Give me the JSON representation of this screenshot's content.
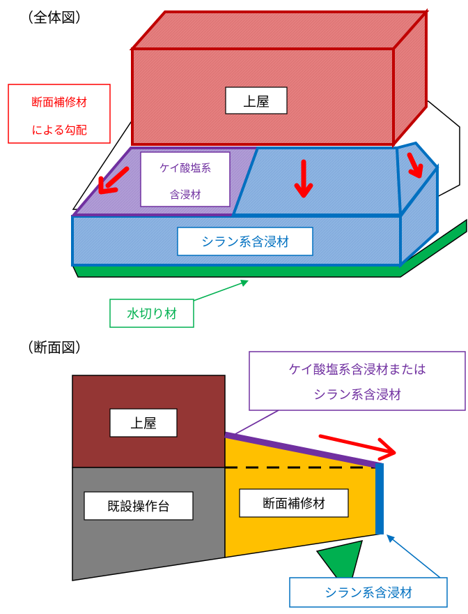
{
  "overview": {
    "heading": "（全体図）",
    "labels": {
      "building": "上屋",
      "repair_slope_line1": "断面補修材",
      "repair_slope_line2": "による勾配",
      "silicate_line1": "ケイ酸塩系",
      "silicate_line2": "含浸材",
      "silane": "シラン系含浸材",
      "drip": "水切り材"
    }
  },
  "section": {
    "heading": "（断面図）",
    "labels": {
      "building": "上屋",
      "existing_deck": "既設操作台",
      "repair": "断面補修材",
      "coating_line1": "ケイ酸塩系含浸材または",
      "coating_line2": "シラン系含浸材",
      "silane": "シラン系含浸材"
    }
  },
  "colors": {
    "building_fill": "#e57f7f",
    "building_stroke": "#c00000",
    "silane_fill": "#8db4e2",
    "silane_stroke": "#0070c0",
    "silicate_fill": "#b09cd6",
    "silicate_stroke": "#7030a0",
    "drip_fill": "#00b050",
    "arrow": "#ff0000",
    "section_building": "#943634",
    "section_deck": "#808080",
    "section_repair": "#ffc000",
    "label_red": "#ff0000",
    "label_purple": "#7030a0",
    "label_blue": "#0070c0",
    "label_green": "#00b050"
  }
}
